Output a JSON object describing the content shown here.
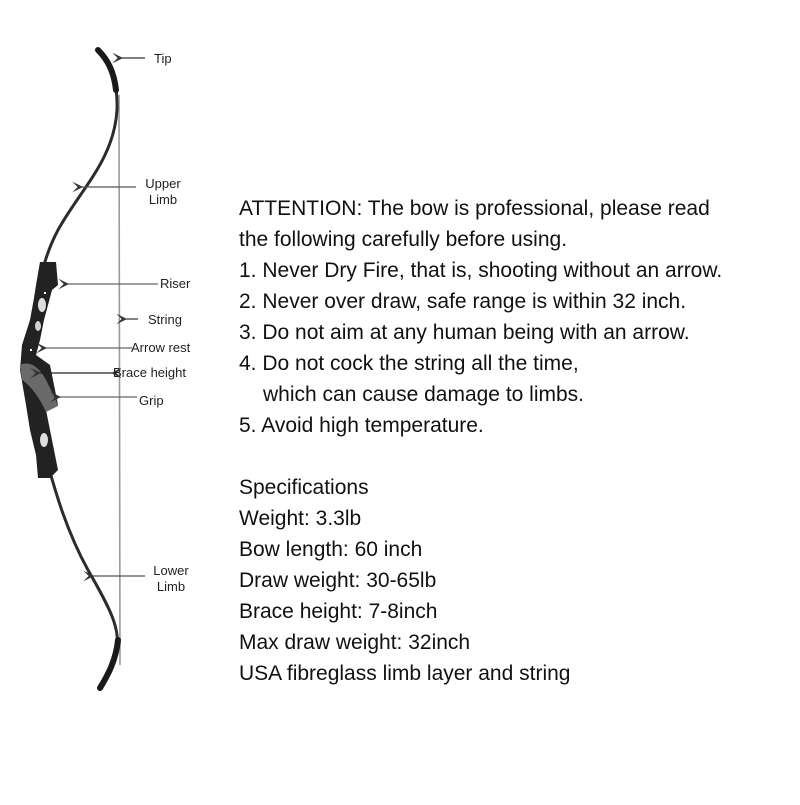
{
  "diagram": {
    "labels": {
      "tip": "Tip",
      "upper_limb": [
        "Upper",
        "Limb"
      ],
      "riser": "Riser",
      "string": "String",
      "arrow_rest": "Arrow rest",
      "brace_height": "Brace height",
      "grip": "Grip",
      "lower_limb": [
        "Lower",
        "Limb"
      ]
    },
    "colors": {
      "bow": "#2a2a2a",
      "string": "#9a9a9a",
      "arrow": "#333333"
    }
  },
  "attention": {
    "heading_line1": "ATTENTION: The bow is professional, please read",
    "heading_line2": "the following carefully before using.",
    "items": [
      "1.  Never Dry Fire, that is, shooting without an arrow.",
      "2.  Never over draw, safe range is within 32 inch.",
      "3.  Do not aim at any human being with an arrow.",
      "4.  Do not cock the string all the time,",
      "which can cause damage to limbs.",
      "5.  Avoid high temperature."
    ]
  },
  "specifications": {
    "title": "Specifications",
    "items": [
      "Weight: 3.3lb",
      "Bow length: 60 inch",
      "Draw weight: 30-65lb",
      "Brace height: 7-8inch",
      "Max draw weight: 32inch",
      "USA fibreglass limb layer and string"
    ]
  }
}
